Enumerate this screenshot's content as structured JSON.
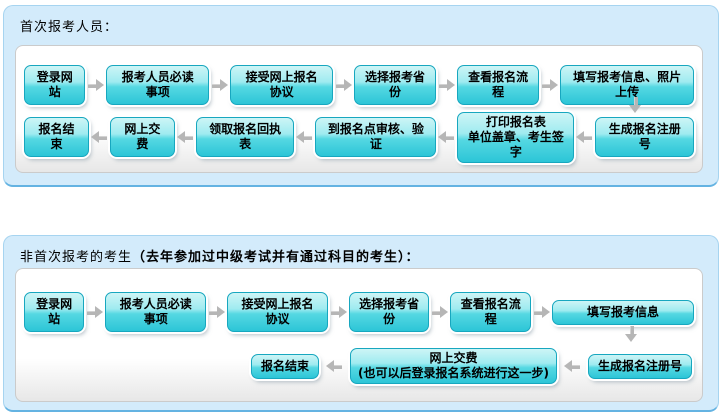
{
  "colors": {
    "panel_background": "#d3ebfb",
    "panel_border": "#a6d4f0",
    "panel_border_bottom": "#64b3e2",
    "node_gradient_top": "#cdf5f6",
    "node_gradient_bottom": "#2cc5d7",
    "node_border": "#17a7bf",
    "arrow": "#b6b6b6"
  },
  "sections": [
    {
      "title": "首次报考人员：",
      "row1": [
        "登录网站",
        "报考人员必读事项",
        "接受网上报名协议",
        "选择报考省份",
        "查看报名流程",
        "填写报考信息、照片上传"
      ],
      "row2": [
        "报名结束",
        "网上交费",
        "领取报名回执表",
        "到报名点审核、验证",
        "打印报名表\n单位盖章、考生签字",
        "生成报名注册号"
      ]
    },
    {
      "title_prefix": "非首次报考的考生",
      "title_note": "（去年参加过中级考试并有通过科目的考生）：",
      "row1": [
        "登录网站",
        "报考人员必读事项",
        "接受网上报名协议",
        "选择报考省份",
        "查看报名流程",
        "填写报考信息"
      ],
      "row2": [
        "报名结束",
        "网上交费\n(也可以后登录报名系统进行这一步)",
        "生成报名注册号"
      ]
    }
  ]
}
